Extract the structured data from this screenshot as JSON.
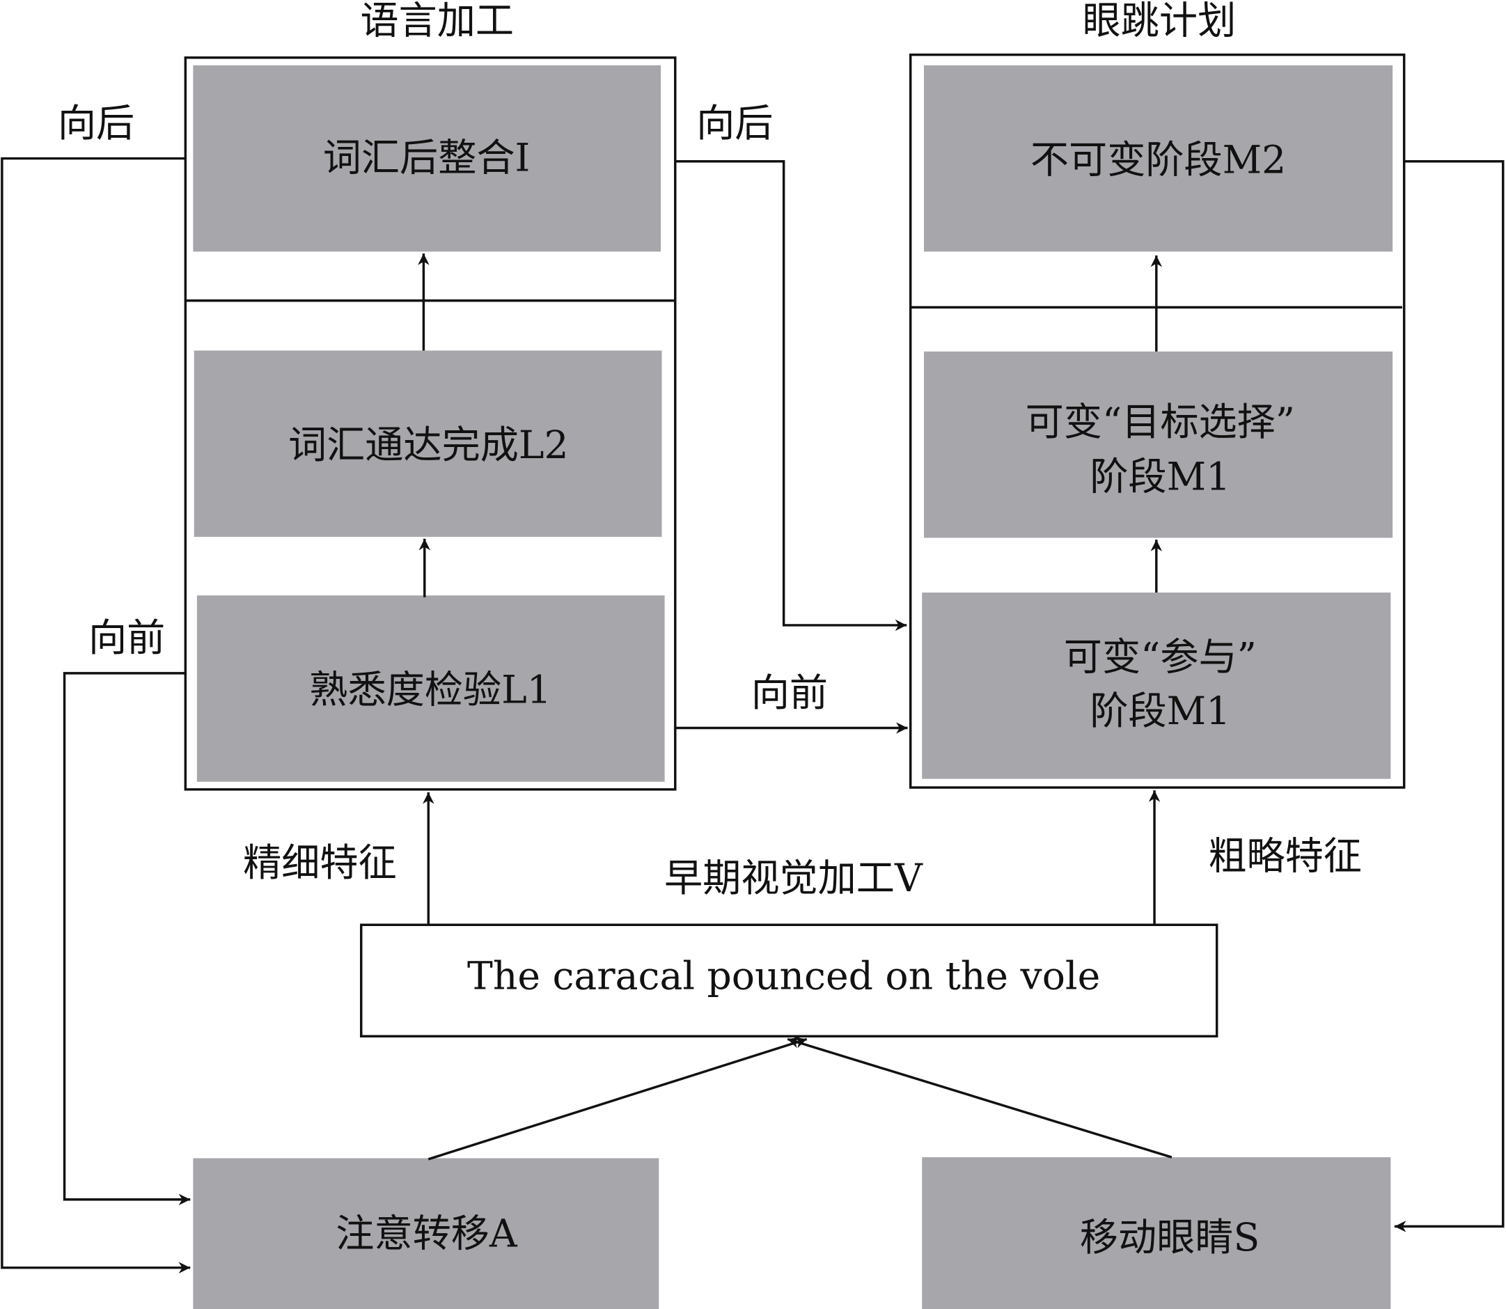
{
  "titles": {
    "language": "语言加工",
    "saccade": "眼跳计划"
  },
  "boxes": {
    "I": "词汇后整合I",
    "L2": "词汇通达完成L2",
    "L1": "熟悉度检验L1",
    "M2": "不可变阶段M2",
    "M1_target_line1": "可变“目标选择”",
    "M1_target_line2": "阶段M1",
    "M1_engage_line1": "可变“参与”",
    "M1_engage_line2": "阶段M1",
    "A": "注意转移A",
    "S": "移动眼睛S",
    "sentence": "The caracal pounced on the vole"
  },
  "labels": {
    "backward_left": "向后",
    "forward_left": "向前",
    "backward_mid": "向后",
    "forward_mid": "向前",
    "fine_features": "精细特征",
    "coarse_features": "粗略特征",
    "early_visual": "早期视觉加工V"
  },
  "colors": {
    "box_fill": "#a7a6ab",
    "line": "#111111"
  }
}
